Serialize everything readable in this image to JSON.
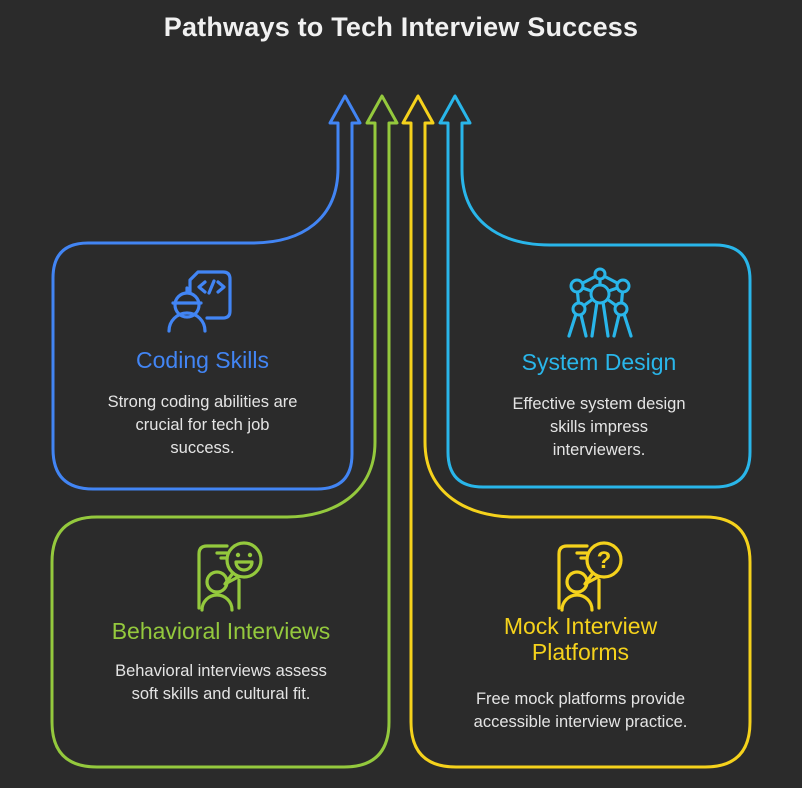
{
  "title": "Pathways to Tech Interview Success",
  "colors": {
    "background": "#2b2b2b",
    "heading": "#f1f1f1",
    "body_text": "#e4e4e4",
    "blue": "#4285f4",
    "cyan": "#29b6ea",
    "green": "#94c93d",
    "yellow": "#f5d21c"
  },
  "cards": [
    {
      "id": "coding-skills",
      "color": "#4285f4",
      "icon": "engineer-code-document-icon",
      "title_lines": [
        "Coding Skills"
      ],
      "description_lines": [
        "Strong coding abilities are",
        "crucial for tech job",
        "success."
      ]
    },
    {
      "id": "system-design",
      "color": "#29b6ea",
      "icon": "network-nodes-icon",
      "title_lines": [
        "System Design"
      ],
      "description_lines": [
        "Effective system design",
        "skills impress",
        "interviewers."
      ]
    },
    {
      "id": "behavioral-interviews",
      "color": "#94c93d",
      "icon": "phone-chat-smiley-icon",
      "title_lines": [
        "Behavioral Interviews"
      ],
      "description_lines": [
        "Behavioral interviews assess",
        "soft skills and cultural fit."
      ]
    },
    {
      "id": "mock-interview-platforms",
      "color": "#f5d21c",
      "icon": "phone-chat-question-icon",
      "title_lines": [
        "Mock Interview",
        "Platforms"
      ],
      "description_lines": [
        "Free mock platforms provide",
        "accessible interview practice."
      ],
      "bubble_glyph": "?"
    }
  ]
}
